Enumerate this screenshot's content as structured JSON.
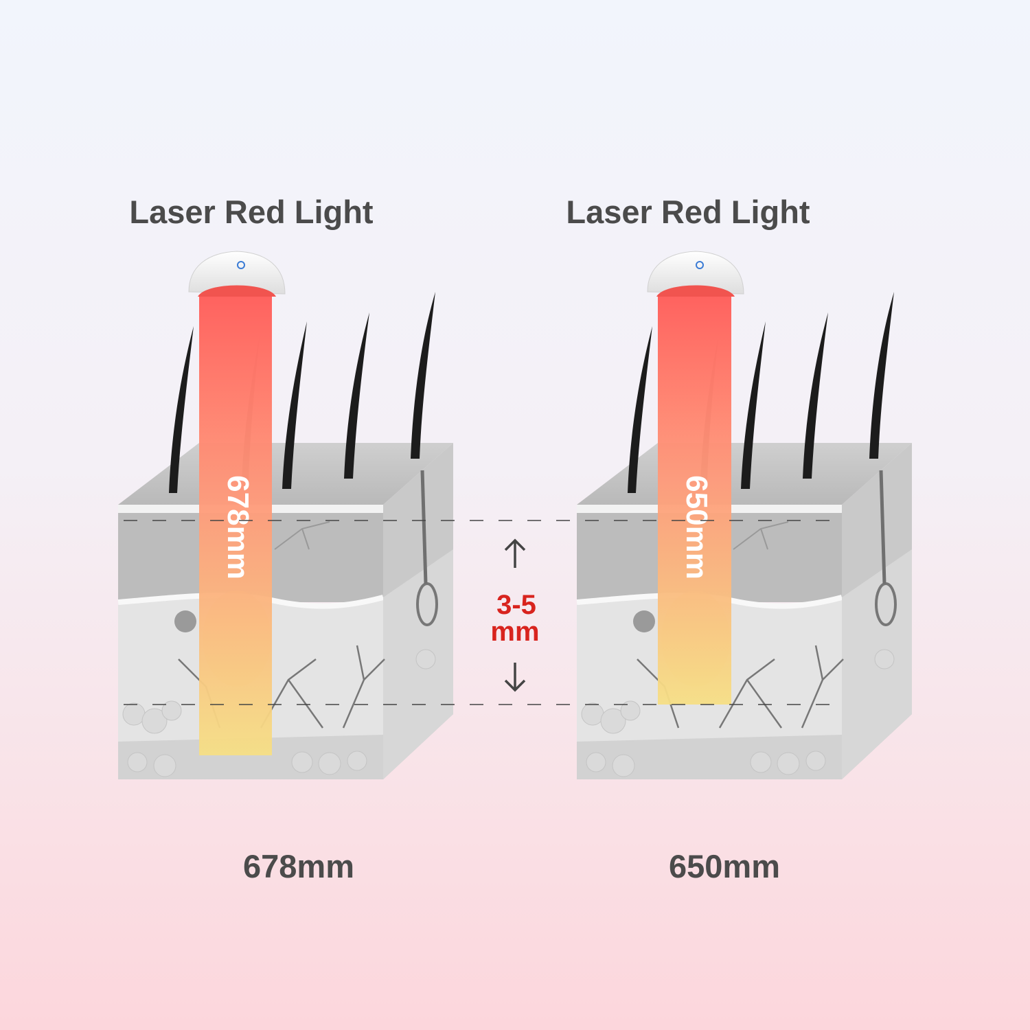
{
  "panels": [
    {
      "title": "Laser Red Light",
      "beam_label": "678mm",
      "wavelength_label": "678mm"
    },
    {
      "title": "Laser Red Light",
      "beam_label": "650mm",
      "wavelength_label": "650mm"
    }
  ],
  "depth": {
    "line1": "3-5",
    "line2": "mm"
  },
  "colors": {
    "beam_top": "#ff6663",
    "beam_bottom": "#f5dc85",
    "accent": "#d8241e",
    "text": "#4b4b4b"
  }
}
